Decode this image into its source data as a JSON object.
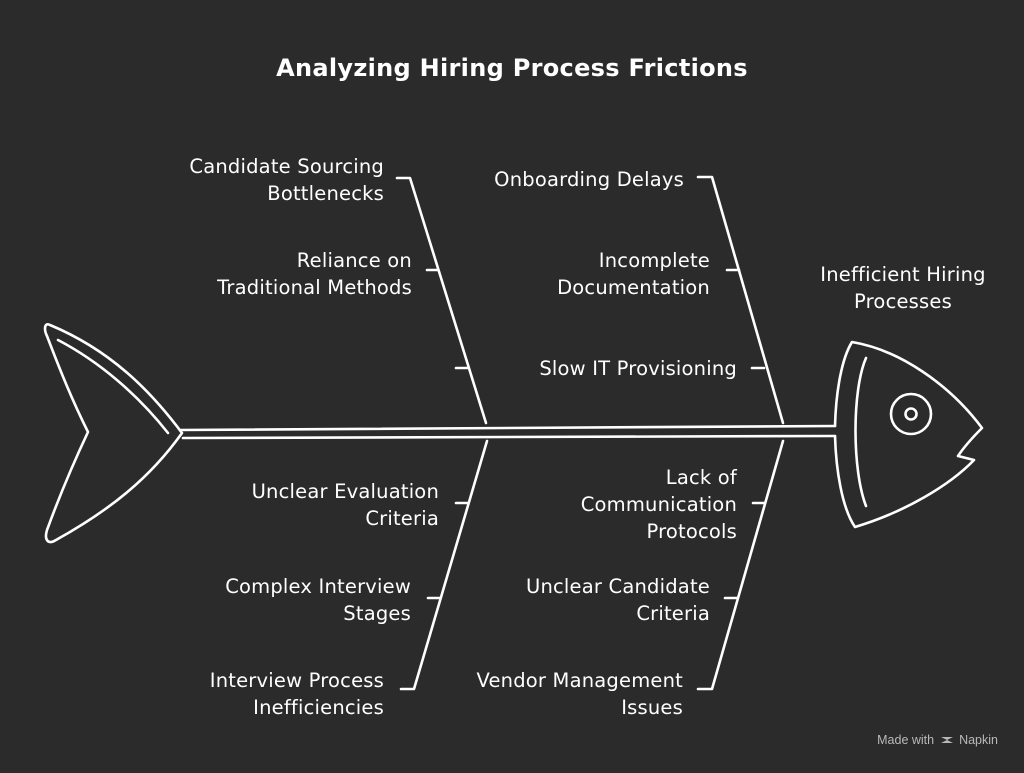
{
  "title": "Analyzing Hiring Process Frictions",
  "effect": "Inefficient Hiring\nProcesses",
  "causes": {
    "top_left": {
      "category": "Candidate Sourcing\nBottlenecks",
      "items": [
        "Reliance on\nTraditional Methods"
      ]
    },
    "top_right": {
      "category": "Onboarding Delays",
      "items": [
        "Incomplete\nDocumentation",
        "Slow IT Provisioning"
      ]
    },
    "bottom_left": {
      "category": "Interview Process\nInefficiencies",
      "items": [
        "Unclear Evaluation\nCriteria",
        "Complex Interview\nStages"
      ]
    },
    "bottom_right": {
      "category": "Vendor Management\nIssues",
      "items": [
        "Lack of\nCommunication\nProtocols",
        "Unclear Candidate\nCriteria"
      ]
    }
  },
  "watermark": {
    "prefix": "Made with",
    "brand": "Napkin"
  },
  "colors": {
    "background": "#2b2b2b",
    "stroke": "#ffffff",
    "watermark": "#b9b9b9"
  }
}
